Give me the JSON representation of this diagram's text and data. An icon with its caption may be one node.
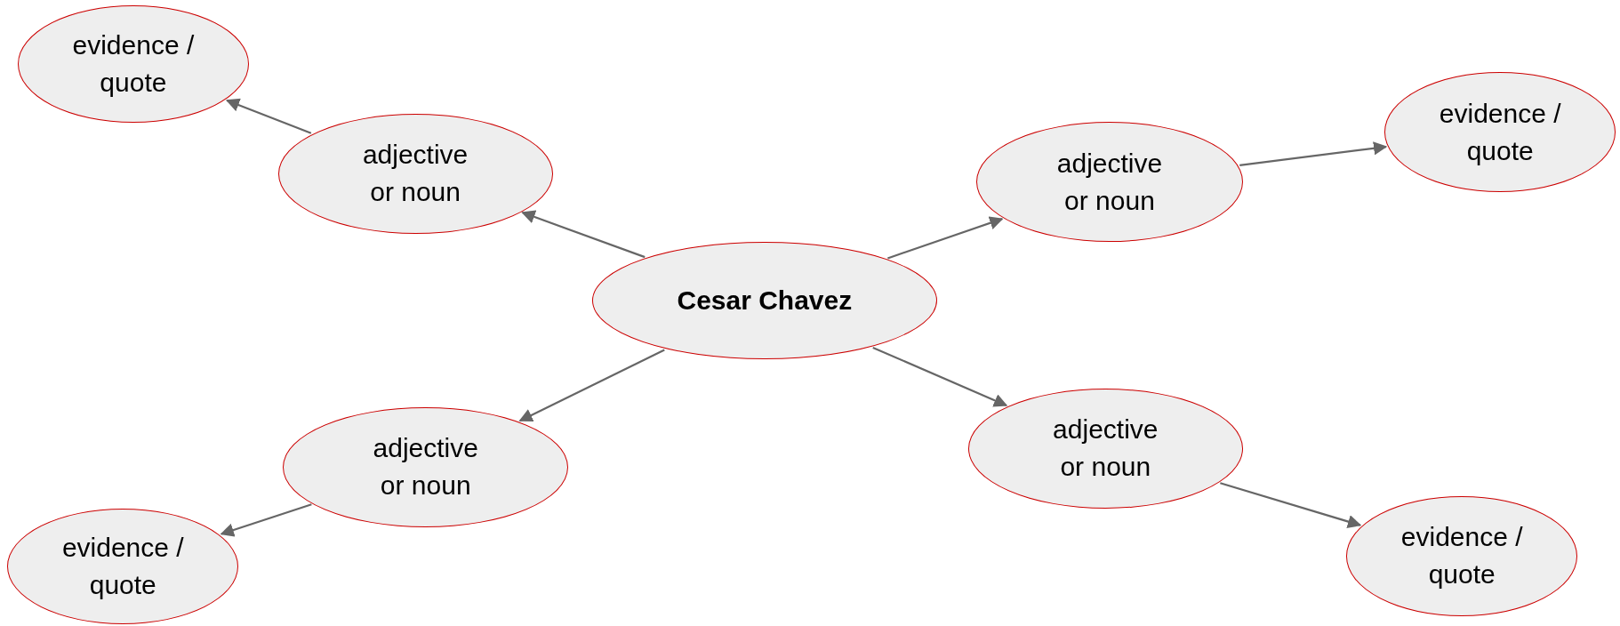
{
  "diagram": {
    "nodes": [
      {
        "text": [
          "evidence / quote"
        ]
      },
      {
        "text": [
          "evidence / quote"
        ]
      },
      {
        "text": [
          "adjective or noun"
        ]
      },
      {
        "text": [
          "adjective or noun"
        ]
      },
      {
        "text": [
          "Cesar Chavez"
        ]
      },
      {
        "text": [
          "adjective or noun"
        ]
      },
      {
        "text": [
          "adjective or noun"
        ]
      },
      {
        "text": [
          "evidence / quote"
        ]
      },
      {
        "text": [
          "evidence / quote"
        ]
      }
    ],
    "edges": [
      {
        "from": 4,
        "to": 2,
        "arrow": "to"
      },
      {
        "from": 4,
        "to": 3,
        "arrow": "to"
      },
      {
        "from": 4,
        "to": 6,
        "arrow": "to"
      },
      {
        "from": 4,
        "to": 5,
        "arrow": "to"
      },
      {
        "from": 2,
        "to": 0,
        "arrow": "to"
      },
      {
        "from": 3,
        "to": 1,
        "arrow": "to"
      },
      {
        "from": 6,
        "to": 8,
        "arrow": "to"
      },
      {
        "from": 5,
        "to": 7,
        "arrow": "to"
      }
    ]
  }
}
